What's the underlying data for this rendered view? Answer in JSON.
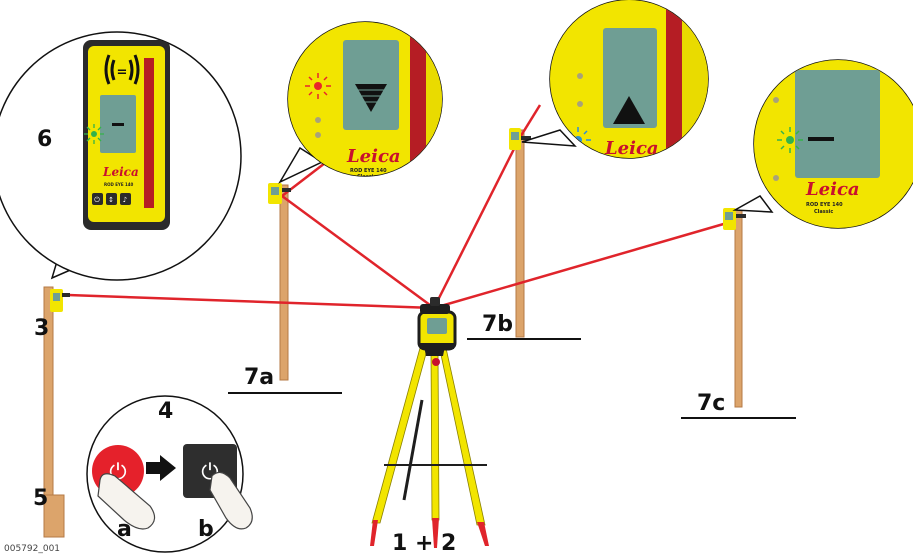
{
  "colors": {
    "laser": "#e0242b",
    "rod": "#dca46b",
    "rod_edge": "#b57a44",
    "receiver_yellow": "#f2e500",
    "receiver_dark": "#2b2b2b",
    "display": "#6f9e94",
    "brand_red": "#c8102e",
    "led_red": "#e8262b",
    "led_blue": "#2d8fd5",
    "led_green": "#34b34a",
    "power_red": "#e5212b",
    "power_dark": "#2e2e2e"
  },
  "labels": {
    "step_3": "3",
    "step_5": "5",
    "step_6": "6",
    "step_4": "4",
    "step_4a": "a",
    "step_4b": "b",
    "step_12": "1 + 2",
    "step_7a": "7a",
    "step_7b": "7b",
    "step_7c": "7c",
    "figure_ref": "005792_001"
  },
  "receiver": {
    "brand": "Leica",
    "model": "ROD EYE 140",
    "edition": "Classic"
  },
  "callouts": {
    "step_6": {
      "led": "green",
      "display_symbol": "dash",
      "signal_icon": "signal-waves-icon"
    },
    "step_7a": {
      "led": "red",
      "display_symbol": "arrow-down"
    },
    "step_7b": {
      "led": "blue",
      "display_symbol": "arrow-up"
    },
    "step_7c": {
      "led": "green",
      "display_symbol": "dash"
    }
  },
  "power_steps": [
    {
      "step": "a",
      "icon": "power-icon",
      "state": "red"
    },
    {
      "step": "b",
      "icon": "power-icon",
      "state": "dark"
    }
  ]
}
